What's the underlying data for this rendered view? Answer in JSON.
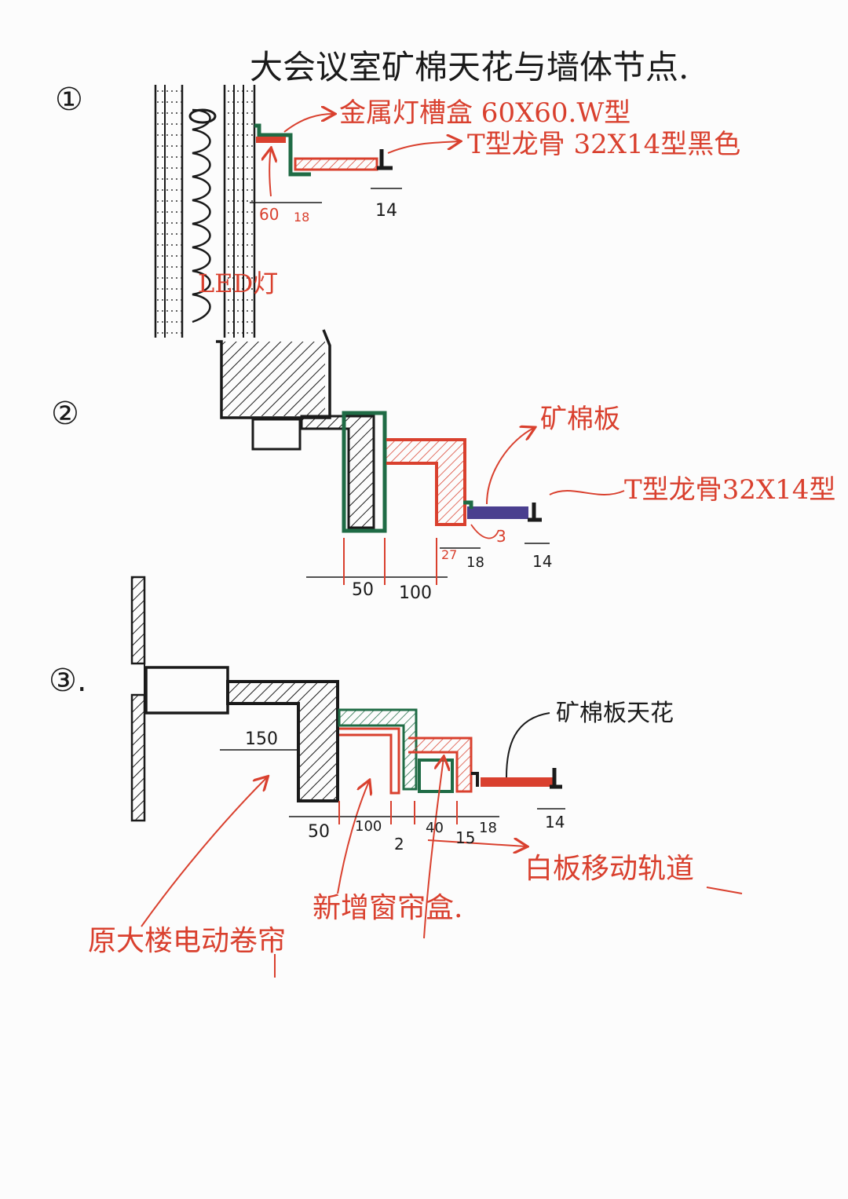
{
  "title": "大会议室矿棉天花与墙体节点.",
  "colors": {
    "ink": "#1a1a1a",
    "red": "#d9402e",
    "green": "#1f6b45",
    "purple": "#4a3f8f"
  },
  "detail1": {
    "number": "①",
    "label_box": "金属灯槽盒 60X60.W型",
    "label_keel": "T型龙骨 32X14型黑色",
    "label_led": "LED灯",
    "dims": [
      "60",
      "18",
      "14"
    ]
  },
  "detail2": {
    "number": "②",
    "label_board": "矿棉板",
    "label_keel": "T型龙骨32X14型",
    "dims": [
      "27",
      "18",
      "14",
      "50",
      "100"
    ],
    "gap": "3"
  },
  "detail3": {
    "number": "③.",
    "label_ceiling": "矿棉板天花",
    "label_blind": "原大楼电动卷帘",
    "label_box": "新增窗帘盒.",
    "label_track": "白板移动轨道",
    "dims": [
      "150",
      "50",
      "100",
      "2",
      "40",
      "15",
      "18",
      "14"
    ]
  }
}
